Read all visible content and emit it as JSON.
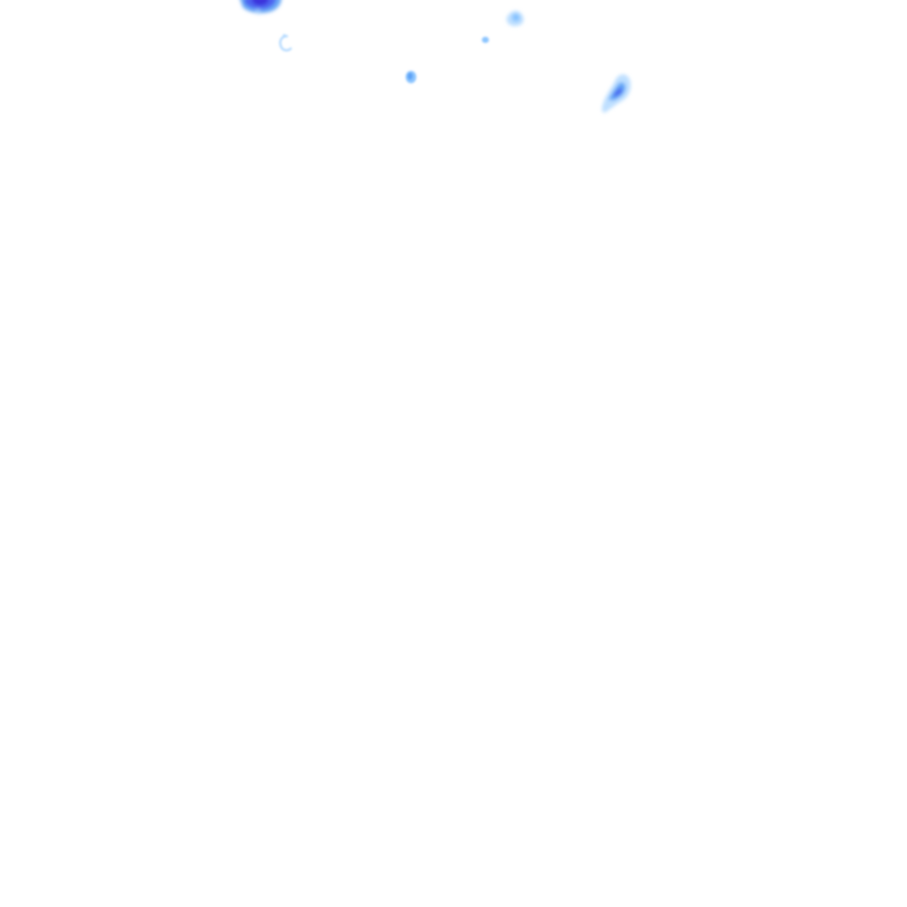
{
  "layer": {
    "kind": "precipitation-radar-overlay",
    "background_color": "#ffffff"
  },
  "intensity_colors": {
    "light": "#a8d4ff",
    "light_mid": "#7fbfff",
    "moderate": "#5aa0f5",
    "heavy": "#4a5cf0",
    "very_heavy": "#3a2fd8"
  },
  "echoes": [
    {
      "name": "echo-cluster-northwest",
      "intensity": "very_heavy"
    },
    {
      "name": "echo-fragment-west",
      "intensity": "light"
    },
    {
      "name": "echo-speck-center-left",
      "intensity": "moderate"
    },
    {
      "name": "echo-speck-center",
      "intensity": "light"
    },
    {
      "name": "echo-patch-north-center",
      "intensity": "light_mid"
    },
    {
      "name": "echo-cell-east",
      "intensity": "heavy"
    }
  ]
}
